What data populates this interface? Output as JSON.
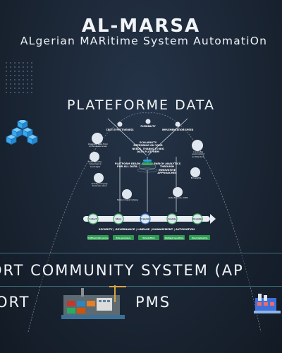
{
  "header": {
    "title": "AL-MARSA",
    "subtitle": "ALgerian MARitime System AutomatiOn"
  },
  "section": {
    "title": "PLATEFORME DATA"
  },
  "diagram": {
    "top_labels": [
      "CRDT EFFECTIVENESS",
      "FLEXIBILITY",
      "IMPLEMENTATION SPEED"
    ],
    "center_text": "SCALABILITY DEPENDING ON YOUR NEEDS, THANKS TO BIG DATA PLATFORM",
    "left_text": "PLATFORM READY FOR ALL DATA.",
    "right_text": "ENRICH ANALYTICS THROUGH INNOVATIVE APPROACHES",
    "left_items": [
      "Integrate Data From all business areas",
      "Data Security, Governance Leverages",
      "Quickly bringing business value",
      "Modern Data Catalog"
    ],
    "right_items": [
      "A scalable environment architecture",
      "BI Insights",
      "Data Science, AI/ML"
    ],
    "pipeline_steps": [
      "Collect",
      "Store",
      "Organize",
      "Analyze",
      "Visualize"
    ],
    "pipeline_caption": "SECURITY | GOVERNANCE | LINEAGE | MANAGEMENT | AUTOMATION",
    "bottom_tags": [
      "Traditional data sources",
      "Data governance",
      "Data platform",
      "Intelligent operations",
      "Cloud engineering"
    ],
    "colors": {
      "green": "#3aa85a",
      "blue": "#2a76d2",
      "accent": "#24a3e3"
    }
  },
  "pcs": {
    "label": "ORT COMMUNITY SYSTEM (AP"
  },
  "bottom": {
    "left_label": "ORT",
    "mid_label": "PMS"
  },
  "icons": [
    "dots-pattern",
    "cubes-icon",
    "port-illustration-icon",
    "factory-icon"
  ]
}
